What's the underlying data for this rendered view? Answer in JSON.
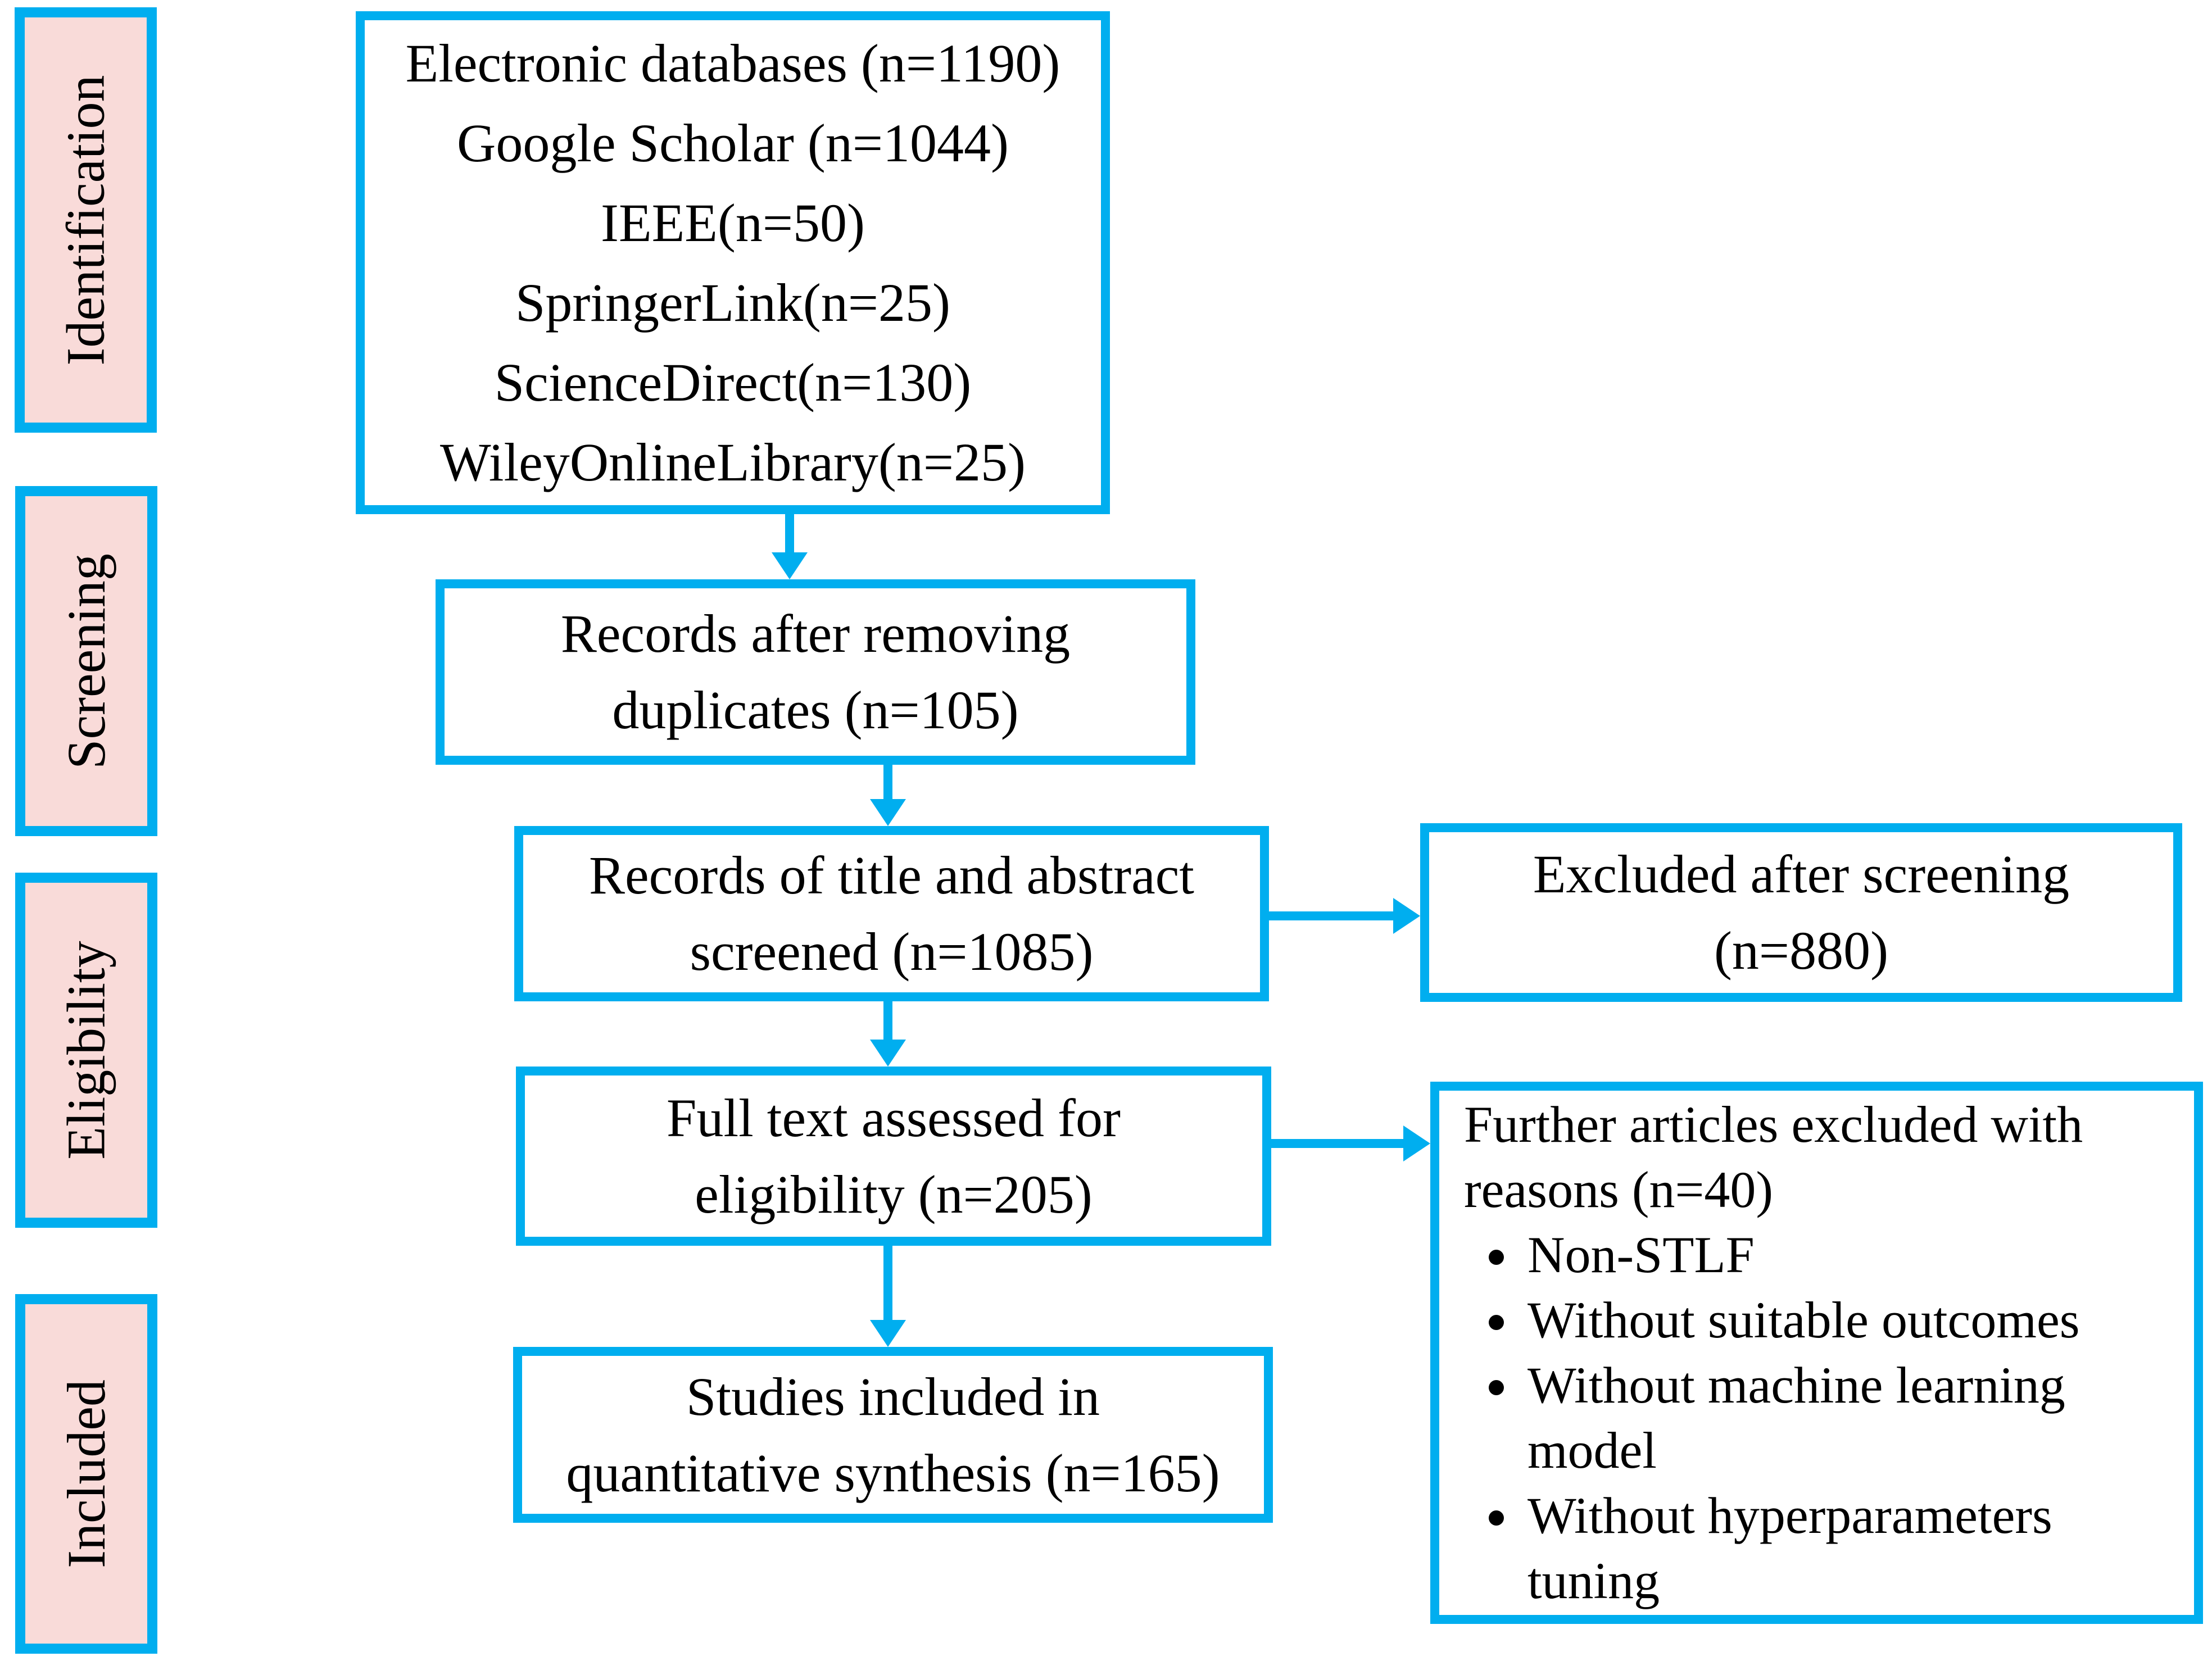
{
  "palette": {
    "accent": "#00AEEF",
    "stage_fill": "#F9DBD9",
    "box_fill": "#FFFFFF",
    "text": "#000000"
  },
  "stages": [
    {
      "label": "Identification"
    },
    {
      "label": "Screening"
    },
    {
      "label": "Eligibility"
    },
    {
      "label": "Included"
    }
  ],
  "flow": {
    "sources": {
      "lines": [
        "Electronic databases (n=1190)",
        "Google Scholar (n=1044)",
        "IEEE(n=50)",
        "SpringerLink(n=25)",
        "ScienceDirect(n=130)",
        "WileyOnlineLibrary(n=25)"
      ]
    },
    "dedup": {
      "lines": [
        "Records after removing",
        "duplicates (n=105)"
      ]
    },
    "screened": {
      "lines": [
        "Records of title and abstract",
        "screened (n=1085)"
      ]
    },
    "excluded_screening": {
      "lines": [
        "Excluded after screening",
        "(n=880)"
      ]
    },
    "fulltext": {
      "lines": [
        "Full text assessed for",
        "eligibility (n=205)"
      ]
    },
    "excluded_reasons": {
      "title_lines": [
        "Further articles excluded with",
        "reasons (n=40)"
      ],
      "bullets": [
        "Non-STLF",
        "Without suitable outcomes",
        "Without machine learning model",
        "Without hyperparameters tuning"
      ]
    },
    "included": {
      "lines": [
        "Studies included in",
        "quantitative synthesis (n=165)"
      ]
    }
  }
}
